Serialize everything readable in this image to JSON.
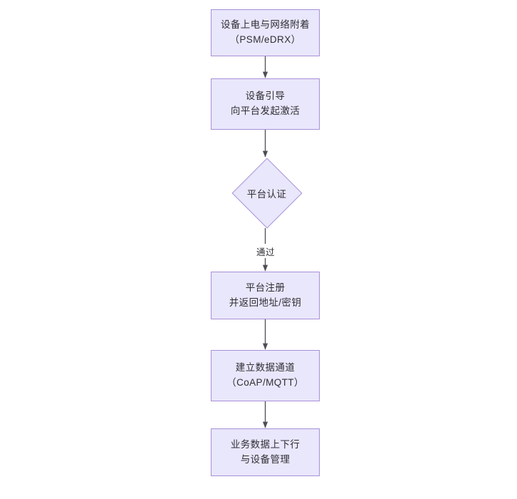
{
  "diagram": {
    "type": "flowchart",
    "orientation": "top-to-bottom",
    "theme": {
      "node_fill": "#e9e7fb",
      "node_border": "#a88fd8",
      "text_color": "#2f2f36",
      "edge_color": "#4d4d55",
      "background": "#ffffff"
    },
    "nodes": [
      {
        "id": "n1",
        "shape": "rect",
        "line_1": "设备上电与网络附着",
        "line_2": "（PSM/eDRX）"
      },
      {
        "id": "n2",
        "shape": "rect",
        "line_1": "设备引导",
        "line_2": "向平台发起激活"
      },
      {
        "id": "n3",
        "shape": "diamond",
        "line_1": "平台认证",
        "line_2": ""
      },
      {
        "id": "n4",
        "shape": "rect",
        "line_1": "平台注册",
        "line_2": "并返回地址/密钥"
      },
      {
        "id": "n5",
        "shape": "rect",
        "line_1": "建立数据通道",
        "line_2": "（CoAP/MQTT）"
      },
      {
        "id": "n6",
        "shape": "rect",
        "line_1": "业务数据上下行",
        "line_2": "与设备管理"
      }
    ],
    "edges": [
      {
        "id": "e1",
        "from": "n1",
        "to": "n2",
        "label": ""
      },
      {
        "id": "e2",
        "from": "n2",
        "to": "n3",
        "label": ""
      },
      {
        "id": "e3",
        "from": "n3",
        "to": "n4",
        "label": "通过"
      },
      {
        "id": "e4",
        "from": "n4",
        "to": "n5",
        "label": ""
      },
      {
        "id": "e5",
        "from": "n5",
        "to": "n6",
        "label": ""
      }
    ]
  }
}
